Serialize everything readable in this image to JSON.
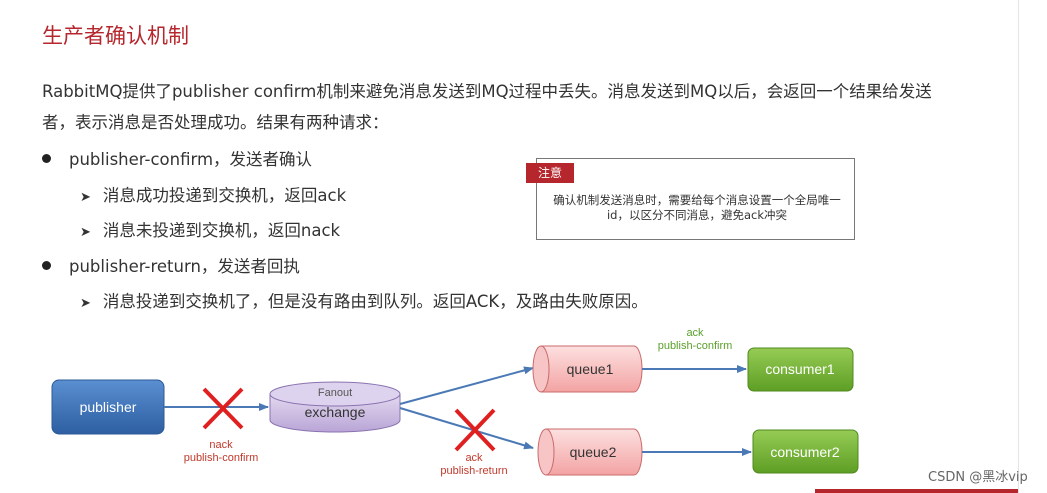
{
  "title": "生产者确认机制",
  "intro": "RabbitMQ提供了publisher confirm机制来避免消息发送到MQ过程中丢失。消息发送到MQ以后，会返回一个结果给发送者，表示消息是否处理成功。结果有两种请求：",
  "bullets": [
    {
      "label": "publisher-confirm，发送者确认",
      "sub": [
        "消息成功投递到交换机，返回ack",
        "消息未投递到交换机，返回nack"
      ]
    },
    {
      "label": "publisher-return，发送者回执",
      "sub": [
        "消息投递到交换机了，但是没有路由到队列。返回ACK，及路由失败原因。"
      ]
    }
  ],
  "note": {
    "tag": "注意",
    "text": "确认机制发送消息时，需要给每个消息设置一个全局唯一id，以区分不同消息，避免ack冲突"
  },
  "diagram": {
    "publisher": "publisher",
    "exchange_type": "Fanout",
    "exchange": "exchange",
    "queue1": "queue1",
    "queue2": "queue2",
    "consumer1": "consumer1",
    "consumer2": "consumer2",
    "nack_label": "nack",
    "nack_sub": "publish-confirm",
    "ack_confirm_label": "ack",
    "ack_confirm_sub": "publish-confirm",
    "ack_return_label": "ack",
    "ack_return_sub": "publish-return",
    "colors": {
      "publisher": "#3f74b8",
      "exchange": "#c4b3dd",
      "queue": "#f7b4b4",
      "consumer": "#7ab83a",
      "arrow": "#4a79b5",
      "cross": "#e02020",
      "label_red": "#c0392b",
      "label_green": "#5aa02c"
    }
  },
  "watermark": "CSDN @黑冰vip"
}
